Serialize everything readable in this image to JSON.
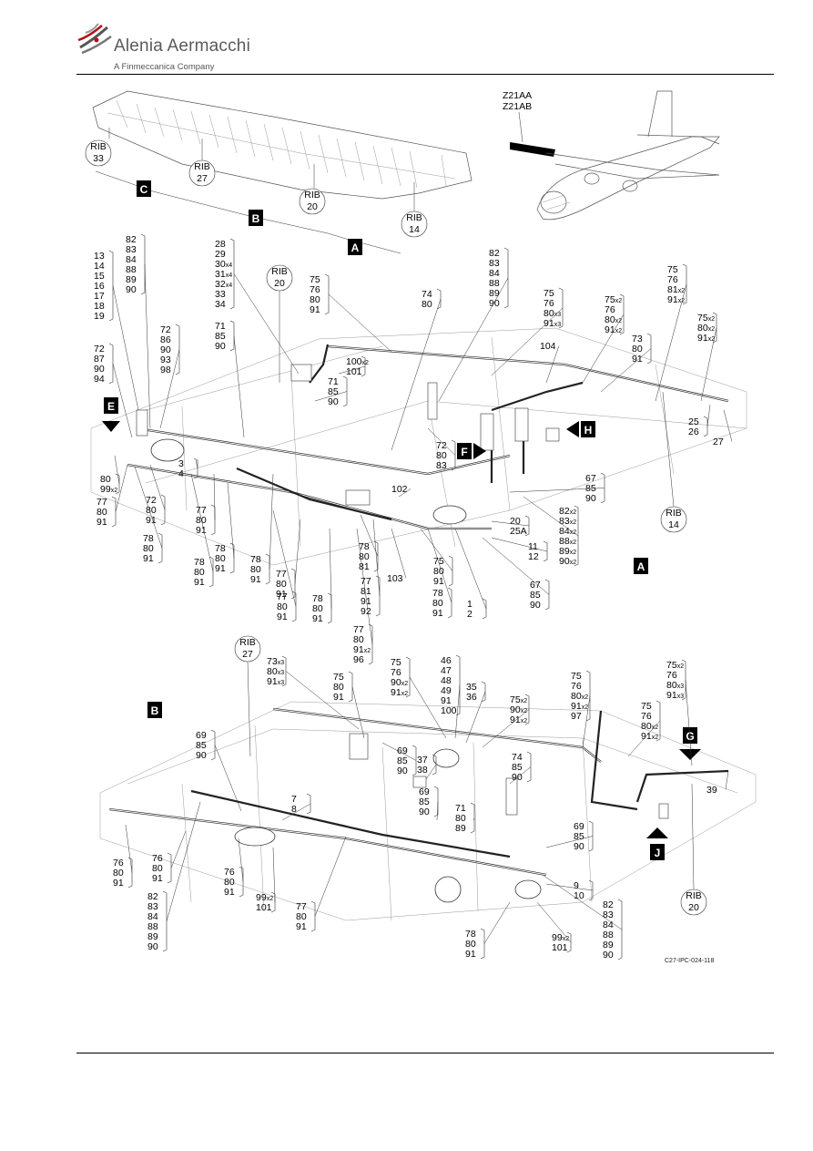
{
  "header": {
    "brand": "Alenia Aermacchi",
    "subtitle": "A Finmeccanica Company"
  },
  "aircraft": {
    "codes": [
      "Z21AA",
      "Z21AB"
    ]
  },
  "wing": {
    "ribs": [
      "33",
      "27",
      "20",
      "14"
    ],
    "rib_label": "RIB",
    "sections": [
      "C",
      "B",
      "A"
    ]
  },
  "view_tags": [
    "E",
    "F",
    "H",
    "G",
    "J"
  ],
  "section_tags": [
    "A",
    "B"
  ],
  "callouts_a": [
    [
      "82",
      "83",
      "84",
      "88",
      "89",
      "90"
    ],
    [
      "13",
      "14",
      "15",
      "16",
      "17",
      "18",
      "19"
    ],
    [
      "72",
      "87",
      "90",
      "94"
    ],
    [
      "72",
      "86",
      "90",
      "93",
      "98"
    ],
    [
      "28",
      "29",
      "30x4",
      "31x4",
      "32x4",
      "33",
      "34"
    ],
    [
      "71",
      "85",
      "90"
    ],
    [
      "75",
      "76",
      "80",
      "91"
    ],
    [
      "100x2",
      "101"
    ],
    [
      "71",
      "85",
      "90"
    ],
    [
      "74",
      "80"
    ],
    [
      "82",
      "83",
      "84",
      "88",
      "89",
      "90"
    ],
    [
      "75",
      "76",
      "80x3",
      "91x3"
    ],
    [
      "104"
    ],
    [
      "75x2",
      "76",
      "80x2",
      "91x2"
    ],
    [
      "73",
      "80",
      "91"
    ],
    [
      "75",
      "76",
      "81x2",
      "91x2"
    ],
    [
      "75x2",
      "80x2",
      "91x2"
    ],
    [
      "25",
      "26"
    ],
    [
      "27"
    ],
    [
      "80",
      "99x2"
    ],
    [
      "77",
      "80",
      "91"
    ],
    [
      "3",
      "4"
    ],
    [
      "72",
      "80",
      "91"
    ],
    [
      "77",
      "80",
      "91"
    ],
    [
      "78",
      "80",
      "91"
    ],
    [
      "78",
      "80",
      "91"
    ],
    [
      "78",
      "80",
      "91"
    ],
    [
      "78",
      "80",
      "91"
    ],
    [
      "72",
      "80",
      "83"
    ],
    [
      "102"
    ],
    [
      "78",
      "80",
      "81"
    ],
    [
      "77",
      "81",
      "91",
      "92"
    ],
    [
      "103"
    ],
    [
      "77",
      "80",
      "91x2",
      "96"
    ],
    [
      "78",
      "80",
      "91"
    ],
    [
      "77",
      "80",
      "91"
    ],
    [
      "77",
      "80",
      "91"
    ],
    [
      "78",
      "80",
      "91"
    ],
    [
      "75",
      "80",
      "91"
    ],
    [
      "1",
      "2"
    ],
    [
      "20",
      "25A"
    ],
    [
      "11",
      "12"
    ],
    [
      "67",
      "85",
      "90"
    ],
    [
      "67",
      "85",
      "90"
    ],
    [
      "82x2",
      "83x2",
      "84x2",
      "88x2",
      "89x2",
      "90x2"
    ]
  ],
  "callouts_b": [
    [
      "73x3",
      "80x3",
      "91x3"
    ],
    [
      "75",
      "80",
      "91"
    ],
    [
      "75",
      "76",
      "90x2",
      "91x2"
    ],
    [
      "46",
      "47",
      "48",
      "49",
      "91",
      "100"
    ],
    [
      "35",
      "36"
    ],
    [
      "75x2",
      "90x2",
      "91x2"
    ],
    [
      "75",
      "76",
      "80x2",
      "91x2",
      "97"
    ],
    [
      "75x2",
      "76",
      "80x3",
      "91x3"
    ],
    [
      "75",
      "76",
      "80x2",
      "91x2"
    ],
    [
      "69",
      "85",
      "90"
    ],
    [
      "69",
      "85",
      "90"
    ],
    [
      "37",
      "38"
    ],
    [
      "74",
      "85",
      "90"
    ],
    [
      "69",
      "85",
      "90"
    ],
    [
      "71",
      "80",
      "89"
    ],
    [
      "39"
    ],
    [
      "69",
      "85",
      "90"
    ],
    [
      "7",
      "8"
    ],
    [
      "76",
      "80",
      "91"
    ],
    [
      "76",
      "80",
      "91"
    ],
    [
      "76",
      "80",
      "91"
    ],
    [
      "82",
      "83",
      "84",
      "88",
      "89",
      "90"
    ],
    [
      "99x2",
      "101"
    ],
    [
      "77",
      "80",
      "91"
    ],
    [
      "9",
      "10"
    ],
    [
      "82",
      "83",
      "84",
      "88",
      "89",
      "90"
    ],
    [
      "78",
      "80",
      "91"
    ],
    [
      "99x2",
      "101"
    ]
  ],
  "drawing_ref": "C27-IPC-024-118"
}
